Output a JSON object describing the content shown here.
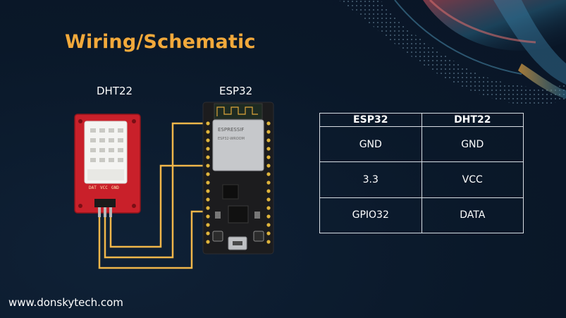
{
  "title": "Wiring/Schematic",
  "labels": {
    "sensor": "DHT22",
    "board": "ESP32"
  },
  "table": {
    "headers": [
      "ESP32",
      "DHT22"
    ],
    "rows": [
      [
        "GND",
        "GND"
      ],
      [
        "3.3",
        "VCC"
      ],
      [
        "GPIO32",
        "DATA"
      ]
    ]
  },
  "footer_url": "www.donskytech.com",
  "module_text": {
    "brand": "ESPRESSIF",
    "model": "ESP32-WROOM"
  },
  "sensor_pins": [
    "DAT",
    "VCC",
    "GND"
  ],
  "colors": {
    "title": "#f2a93b",
    "wire": "#f0b64a",
    "sensor_board": "#c9202a",
    "background": "#0b1a2e"
  }
}
